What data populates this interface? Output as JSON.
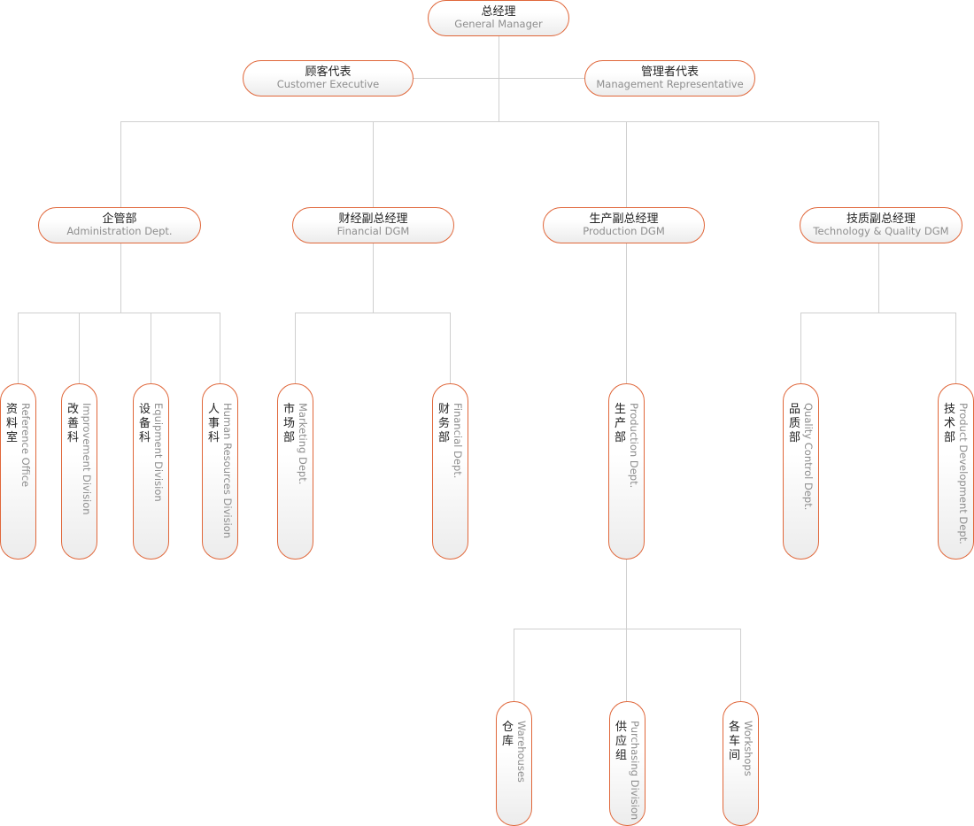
{
  "org_chart": {
    "top": {
      "zh": "总经理",
      "en": "General Manager"
    },
    "assistants": [
      {
        "zh": "顾客代表",
        "en": "Customer Executive"
      },
      {
        "zh": "管理者代表",
        "en": "Management Representative"
      }
    ],
    "deputies": [
      {
        "zh": "企管部",
        "en": "Administration Dept.",
        "units": [
          {
            "zh": "资料室",
            "en": "Reference Office"
          },
          {
            "zh": "改善科",
            "en": "Improvement Division"
          },
          {
            "zh": "设备科",
            "en": "Equipment Division"
          },
          {
            "zh": "人事科",
            "en": "Human Resources Division"
          }
        ]
      },
      {
        "zh": "财经副总经理",
        "en": "Financial DGM",
        "units": [
          {
            "zh": "市场部",
            "en": "Marketing Dept."
          },
          {
            "zh": "财务部",
            "en": "Financial Dept."
          }
        ]
      },
      {
        "zh": "生产副总经理",
        "en": "Production DGM",
        "units": [
          {
            "zh": "生产部",
            "en": "Production Dept.",
            "sub_units": [
              {
                "zh": "仓库",
                "en": "Warehouses"
              },
              {
                "zh": "供应组",
                "en": "Purchasing Division"
              },
              {
                "zh": "各车间",
                "en": "Workshops"
              }
            ]
          }
        ]
      },
      {
        "zh": "技质副总经理",
        "en": "Technology & Quality DGM",
        "units": [
          {
            "zh": "品质部",
            "en": "Quality Control Dept."
          },
          {
            "zh": "技术部",
            "en": "Product Development Dept."
          }
        ]
      }
    ]
  }
}
